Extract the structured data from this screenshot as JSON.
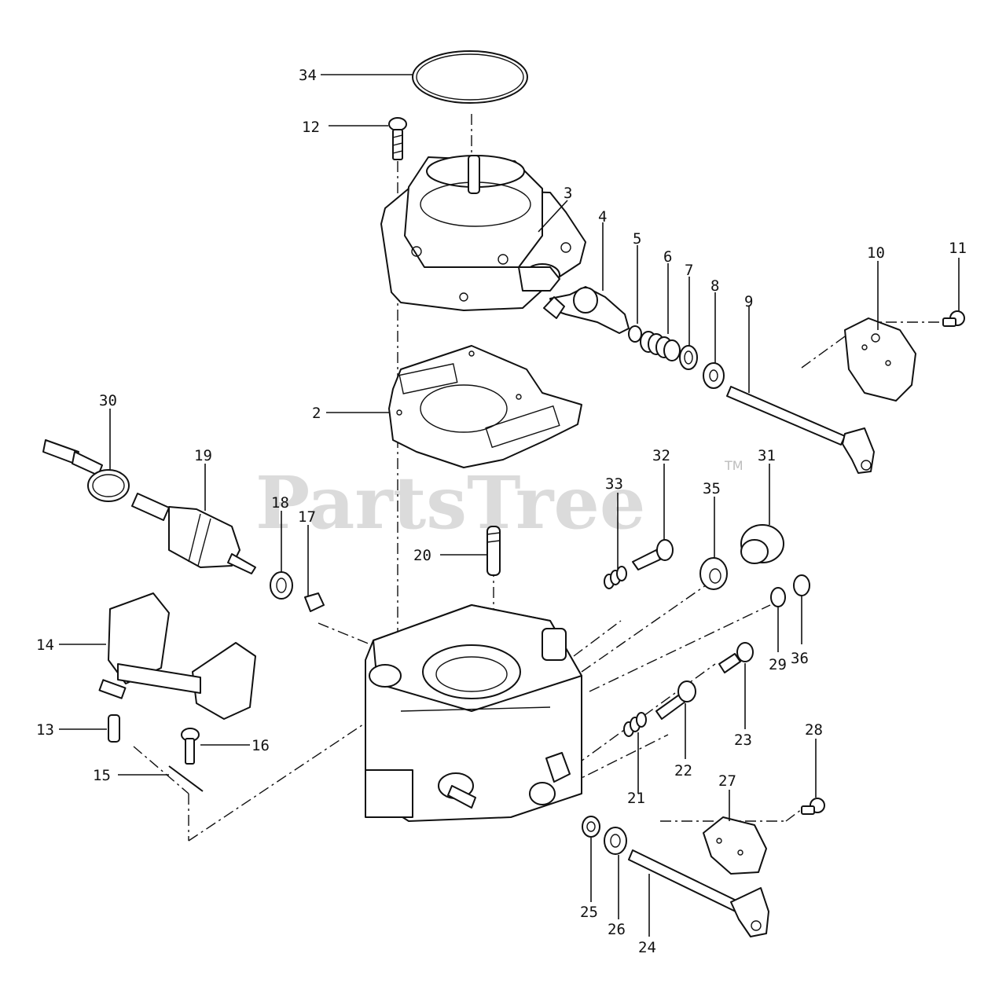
{
  "watermark": {
    "text": "PartsTree",
    "mark": "TM"
  },
  "callouts": [
    {
      "id": "c34",
      "label": "34"
    },
    {
      "id": "c12",
      "label": "12"
    },
    {
      "id": "c3",
      "label": "3"
    },
    {
      "id": "c4",
      "label": "4"
    },
    {
      "id": "c5",
      "label": "5"
    },
    {
      "id": "c6",
      "label": "6"
    },
    {
      "id": "c7",
      "label": "7"
    },
    {
      "id": "c8",
      "label": "8"
    },
    {
      "id": "c9",
      "label": "9"
    },
    {
      "id": "c10",
      "label": "10"
    },
    {
      "id": "c11",
      "label": "11"
    },
    {
      "id": "c2",
      "label": "2"
    },
    {
      "id": "c30",
      "label": "30"
    },
    {
      "id": "c19",
      "label": "19"
    },
    {
      "id": "c18",
      "label": "18"
    },
    {
      "id": "c17",
      "label": "17"
    },
    {
      "id": "c20",
      "label": "20"
    },
    {
      "id": "c33",
      "label": "33"
    },
    {
      "id": "c32",
      "label": "32"
    },
    {
      "id": "c35",
      "label": "35"
    },
    {
      "id": "c31",
      "label": "31"
    },
    {
      "id": "c14",
      "label": "14"
    },
    {
      "id": "c29",
      "label": "29"
    },
    {
      "id": "c36",
      "label": "36"
    },
    {
      "id": "c13",
      "label": "13"
    },
    {
      "id": "c16",
      "label": "16"
    },
    {
      "id": "c23",
      "label": "23"
    },
    {
      "id": "c15",
      "label": "15"
    },
    {
      "id": "c22",
      "label": "22"
    },
    {
      "id": "c21",
      "label": "21"
    },
    {
      "id": "c28",
      "label": "28"
    },
    {
      "id": "c27",
      "label": "27"
    },
    {
      "id": "c25",
      "label": "25"
    },
    {
      "id": "c26",
      "label": "26"
    },
    {
      "id": "c24",
      "label": "24"
    }
  ]
}
